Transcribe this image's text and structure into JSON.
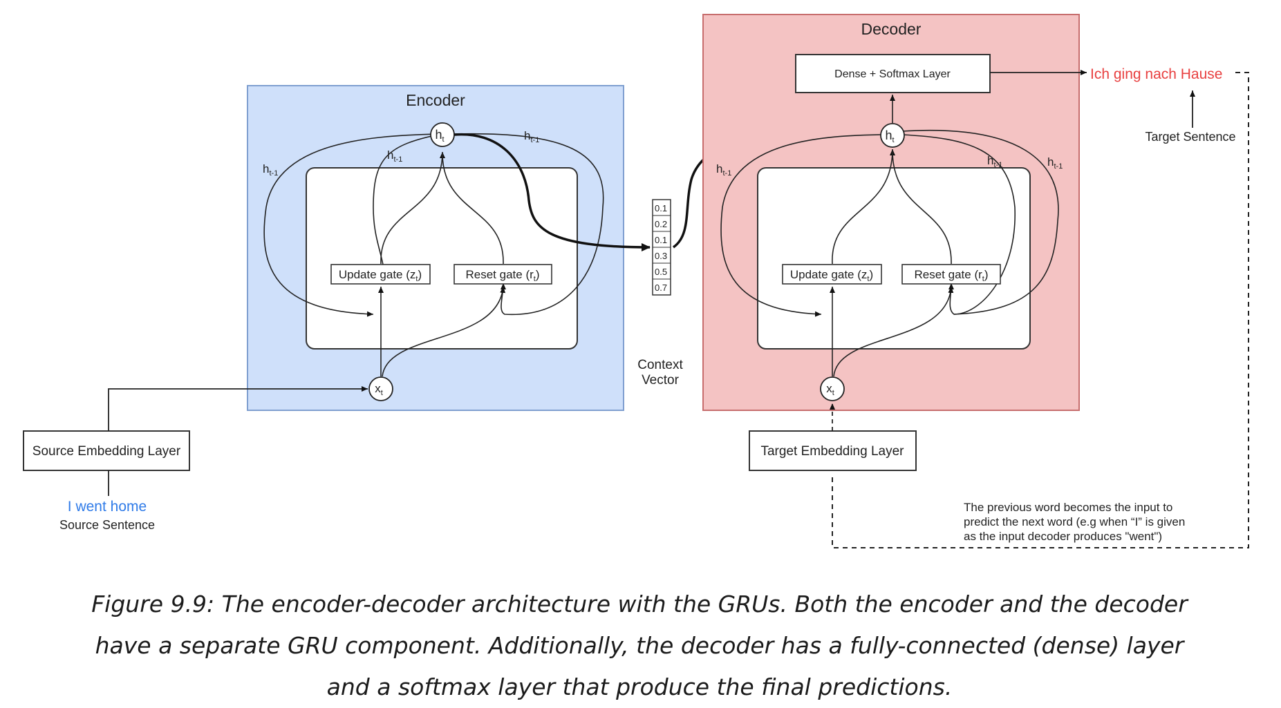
{
  "encoder": {
    "title": "Encoder",
    "update_gate": "Update gate (z",
    "update_sub": "t",
    "reset_gate": "Reset gate (r",
    "reset_sub": "t",
    "h_node": "h",
    "h_sub": "t",
    "x_node": "x",
    "x_sub": "t",
    "h_prev_1": "h",
    "h_prev_2": "h",
    "h_prev_3": "h",
    "h_prev_sub": "t-1"
  },
  "decoder": {
    "title": "Decoder",
    "dense_layer": "Dense + Softmax Layer",
    "update_gate": "Update gate (z",
    "update_sub": "t",
    "reset_gate": "Reset gate (r",
    "reset_sub": "t",
    "h_node": "h",
    "h_sub": "t",
    "x_node": "x",
    "x_sub": "t",
    "h_prev_1": "h",
    "h_prev_2": "h",
    "h_prev_3": "h",
    "h_prev_sub": "t-1"
  },
  "context_vector": {
    "values": [
      "0.1",
      "0.2",
      "0.1",
      "0.3",
      "0.5",
      "0.7"
    ],
    "label_line1": "Context",
    "label_line2": "Vector"
  },
  "source": {
    "embedding_layer": "Source Embedding Layer",
    "sentence": "I went home",
    "sentence_label": "Source Sentence"
  },
  "target": {
    "embedding_layer": "Target Embedding Layer",
    "sentence": "Ich ging nach Hause",
    "sentence_label": "Target Sentence"
  },
  "note": {
    "line1": "The previous word becomes the input to",
    "line2": "predict the next word (e.g when “I” is given",
    "line3": "as the input decoder produces \"went\")"
  },
  "caption": "Figure 9.9: The encoder-decoder architecture with the GRUs. Both the encoder and the decoder have a separate GRU component. Additionally, the decoder has a fully-connected (dense) layer and a softmax layer that produce the final predictions.",
  "colors": {
    "encoder_fill": "#cfe0fa",
    "encoder_border": "#7f9fd0",
    "decoder_fill": "#f4c3c3",
    "decoder_border": "#c76d6d",
    "source_sentence": "#2f7be8",
    "target_sentence": "#e84040"
  }
}
